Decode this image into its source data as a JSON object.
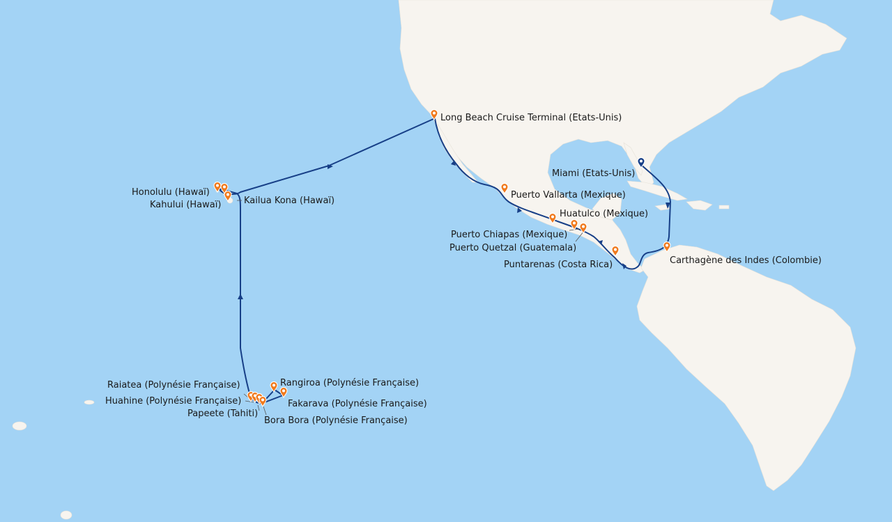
{
  "colors": {
    "ocean": "#a3d3f5",
    "land": "#f7f4ef",
    "route": "#173f87",
    "port_marker": "#f07a1e",
    "start_marker": "#173f87"
  },
  "icons": {
    "port": "map-pin-icon",
    "start": "map-pin-icon"
  },
  "ports": [
    {
      "id": "long-beach",
      "name": "Long Beach Cruise Terminal (Etats-Unis)"
    },
    {
      "id": "puerto-vallarta",
      "name": "Puerto Vallarta (Mexique)"
    },
    {
      "id": "huatulco",
      "name": "Huatulco (Mexique)"
    },
    {
      "id": "puerto-chiapas",
      "name": "Puerto Chiapas (Mexique)"
    },
    {
      "id": "puerto-quetzal",
      "name": "Puerto Quetzal (Guatemala)"
    },
    {
      "id": "puntarenas",
      "name": "Puntarenas (Costa Rica)"
    },
    {
      "id": "cartagena",
      "name": "Carthagène des Indes (Colombie)"
    },
    {
      "id": "miami",
      "name": "Miami (Etats-Unis)"
    },
    {
      "id": "honolulu",
      "name": "Honolulu (Hawaï)"
    },
    {
      "id": "kahului",
      "name": "Kahului (Hawaï)"
    },
    {
      "id": "kailua-kona",
      "name": "Kailua Kona (Hawaï)"
    },
    {
      "id": "raiatea",
      "name": "Raiatea (Polynésie Française)"
    },
    {
      "id": "huahine",
      "name": "Huahine (Polynésie Française)"
    },
    {
      "id": "papeete",
      "name": "Papeete (Tahiti)"
    },
    {
      "id": "bora-bora",
      "name": "Bora Bora (Polynésie Française)"
    },
    {
      "id": "rangiroa",
      "name": "Rangiroa (Polynésie Française)"
    },
    {
      "id": "fakarava",
      "name": "Fakarava (Polynésie Française)"
    }
  ]
}
